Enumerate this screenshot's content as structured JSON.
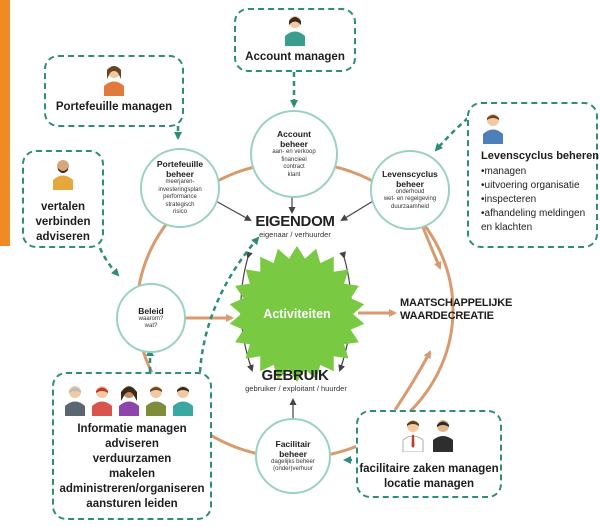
{
  "center": {
    "label": "Activiteiten",
    "top_title": "EIGENDOM",
    "top_sub": "eigenaar / verhuurder",
    "bottom_title": "GEBRUIK",
    "bottom_sub": "gebruiker / exploitant / huurder"
  },
  "outcome": {
    "line1": "MAATSCHAPPELIJKE",
    "line2": "WAARDECREATIE"
  },
  "circles": {
    "account": {
      "title_lines": [
        "Account",
        "beheer"
      ],
      "sub_lines": [
        "aan- en verkoop",
        "financieel",
        "contract",
        "klant"
      ]
    },
    "portefeuille": {
      "title_lines": [
        "Portefeuille",
        "beheer"
      ],
      "sub_lines": [
        "meerjaren-",
        "investeringsplan",
        "performance",
        "strategisch",
        "risico"
      ]
    },
    "levenscyclus": {
      "title_lines": [
        "Levenscyclus",
        "beheer"
      ],
      "sub_lines": [
        "onderhoud",
        "wet- en regelgeving",
        "duurzaamheid"
      ]
    },
    "beleid": {
      "title_lines": [
        "Beleid"
      ],
      "sub_lines": [
        "waarom?",
        "wat?"
      ]
    },
    "facilitair": {
      "title_lines": [
        "Facilitair",
        "beheer"
      ],
      "sub_lines": [
        "dagelijks beheer",
        "(onder)verhuur"
      ]
    }
  },
  "roles": {
    "account_managen": [
      "Account managen"
    ],
    "portefeuille_managen": [
      "Portefeuille managen"
    ],
    "vertalen": [
      "vertalen",
      "verbinden",
      "adviseren"
    ],
    "levenscyclus": {
      "title": "Levenscyclus beheren",
      "items": [
        "•managen",
        "•uitvoering organisatie",
        "•inspecteren",
        "•afhandeling meldingen",
        "en klachten"
      ]
    },
    "informatie": [
      "Informatie managen",
      "adviseren",
      "verduurzamen",
      "makelen",
      "administreren/organiseren",
      "aansturen leiden"
    ],
    "facilitaire": [
      "facilitaire zaken managen",
      "locatie managen"
    ]
  },
  "colors": {
    "ring": "#d89a6e",
    "dashed": "#2f8c79",
    "center_green": "#7ac943",
    "circle_border": "#9ad1c4",
    "accent_strip": "#f08a24"
  },
  "icons": [
    "person-icon"
  ]
}
